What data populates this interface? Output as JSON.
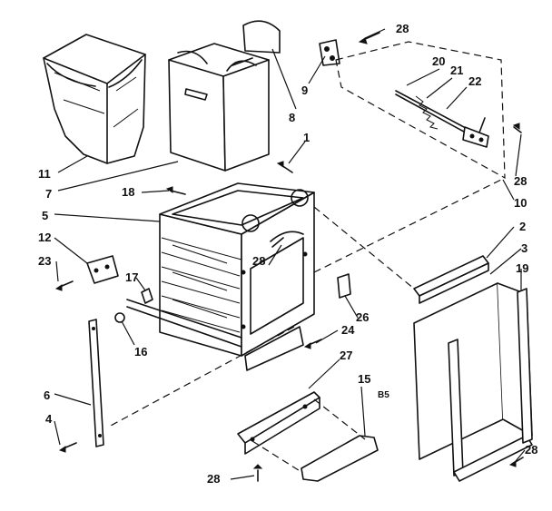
{
  "diagram": {
    "callouts": [
      {
        "id": "c28a",
        "text": "28"
      },
      {
        "id": "c9",
        "text": "9"
      },
      {
        "id": "c8",
        "text": "8"
      },
      {
        "id": "c20",
        "text": "20"
      },
      {
        "id": "c21",
        "text": "21"
      },
      {
        "id": "c22",
        "text": "22"
      },
      {
        "id": "c1",
        "text": "1"
      },
      {
        "id": "c11",
        "text": "11"
      },
      {
        "id": "c7",
        "text": "7"
      },
      {
        "id": "c18",
        "text": "18"
      },
      {
        "id": "c5",
        "text": "5"
      },
      {
        "id": "c28b",
        "text": "28"
      },
      {
        "id": "c10",
        "text": "10"
      },
      {
        "id": "c2",
        "text": "2"
      },
      {
        "id": "c3",
        "text": "3"
      },
      {
        "id": "c19",
        "text": "19"
      },
      {
        "id": "c12",
        "text": "12"
      },
      {
        "id": "c23",
        "text": "23"
      },
      {
        "id": "c17",
        "text": "17"
      },
      {
        "id": "c28c",
        "text": "28"
      },
      {
        "id": "c16",
        "text": "16"
      },
      {
        "id": "c26",
        "text": "26"
      },
      {
        "id": "c24",
        "text": "24"
      },
      {
        "id": "c27",
        "text": "27"
      },
      {
        "id": "c15",
        "text": "15"
      },
      {
        "id": "c6",
        "text": "6"
      },
      {
        "id": "c4",
        "text": "4"
      },
      {
        "id": "c28d",
        "text": "28"
      },
      {
        "id": "c28e",
        "text": "28"
      }
    ],
    "code": "B5"
  }
}
